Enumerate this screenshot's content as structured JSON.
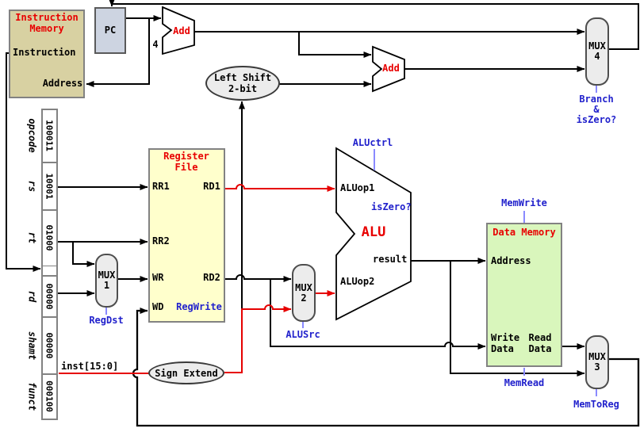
{
  "colors": {
    "title_red": "#e80000",
    "control_blue": "#2121cc",
    "tick_blue": "#8a8aff",
    "wire_red": "#e60000",
    "wire_black": "#000000",
    "instruction_memory_fill": "#d8d1a2",
    "pc_fill": "#cdd4e1",
    "register_file_fill": "#ffffcc",
    "data_memory_fill": "#d9f6bc",
    "mux_fill": "#ececec"
  },
  "instruction_memory": {
    "title_line1": "Instruction",
    "title_line2": "Memory",
    "instruction_port": "Instruction",
    "address_port": "Address"
  },
  "pc": {
    "label": "PC"
  },
  "adder1": {
    "label": "Add",
    "constant": "4"
  },
  "adder2": {
    "label": "Add"
  },
  "left_shift": {
    "line1": "Left Shift",
    "line2": "2-bit"
  },
  "sign_extend": {
    "label": "Sign Extend"
  },
  "instruction_bus": {
    "label": "inst[15:0]"
  },
  "fields": [
    {
      "name": "opcode",
      "value": "100011"
    },
    {
      "name": "rs",
      "value": "10001"
    },
    {
      "name": "rt",
      "value": "01000"
    },
    {
      "name": "rd",
      "value": "00000"
    },
    {
      "name": "shamt",
      "value": "00000"
    },
    {
      "name": "funct",
      "value": "000100"
    }
  ],
  "register_file": {
    "title_line1": "Register",
    "title_line2": "File",
    "rr1": "RR1",
    "rr2": "RR2",
    "wr": "WR",
    "wd": "WD",
    "rd1": "RD1",
    "rd2": "RD2",
    "reg_write": "RegWrite"
  },
  "alu": {
    "label": "ALU",
    "op1": "ALUop1",
    "op2": "ALUop2",
    "is_zero": "isZero?",
    "result": "result",
    "ctrl": "ALUctrl"
  },
  "data_memory": {
    "title": "Data Memory",
    "address": "Address",
    "write_line1": "Write",
    "write_line2": "Data",
    "read_line1": "Read",
    "read_line2": "Data",
    "mem_write": "MemWrite",
    "mem_read": "MemRead"
  },
  "mux1": {
    "line1": "MUX",
    "line2": "1",
    "select": "RegDst"
  },
  "mux2": {
    "line1": "MUX",
    "line2": "2",
    "select": "ALUSrc"
  },
  "mux3": {
    "line1": "MUX",
    "line2": "3",
    "select": "MemToReg"
  },
  "mux4": {
    "line1": "MUX",
    "line2": "4",
    "select_line1": "Branch",
    "select_line2": "&",
    "select_line3": "isZero?"
  }
}
